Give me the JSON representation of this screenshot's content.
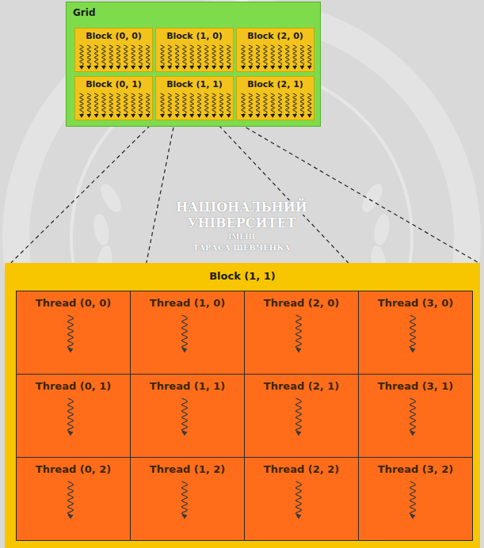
{
  "diagram": {
    "nodes": [
      {
        "text": [
          "Grid"
        ]
      },
      {
        "text": [
          "Block (0, 0)"
        ],
        "in": 0
      },
      {
        "text": [
          "Block (1, 0)"
        ],
        "in": 0
      },
      {
        "text": [
          "Block (2, 0)"
        ],
        "in": 0
      },
      {
        "text": [
          "Block (0, 1)"
        ],
        "in": 0
      },
      {
        "text": [
          "Block (1, 1)"
        ],
        "in": 0
      },
      {
        "text": [
          "Block (2, 1)"
        ],
        "in": 0
      },
      {
        "text": [
          "Block (1, 1)"
        ]
      },
      {
        "text": [
          "Thread (0, 0)"
        ],
        "in": 7
      },
      {
        "text": [
          "Thread (1, 0)"
        ],
        "in": 7
      },
      {
        "text": [
          "Thread (2, 0)"
        ],
        "in": 7
      },
      {
        "text": [
          "Thread (3, 0)"
        ],
        "in": 7
      },
      {
        "text": [
          "Thread (0, 1)"
        ],
        "in": 7
      },
      {
        "text": [
          "Thread (1, 1)"
        ],
        "in": 7
      },
      {
        "text": [
          "Thread (2, 1)"
        ],
        "in": 7
      },
      {
        "text": [
          "Thread (3, 1)"
        ],
        "in": 7
      },
      {
        "text": [
          "Thread (0, 2)"
        ],
        "in": 7
      },
      {
        "text": [
          "Thread (1, 2)"
        ],
        "in": 7
      },
      {
        "text": [
          "Thread (2, 2)"
        ],
        "in": 7
      },
      {
        "text": [
          "Thread (3, 2)"
        ],
        "in": 7
      }
    ],
    "edges": [
      {
        "from": 5,
        "to": 7,
        "arrow": "none"
      },
      {
        "from": 5,
        "to": 7,
        "arrow": "none"
      },
      {
        "from": 5,
        "to": 7,
        "arrow": "none"
      },
      {
        "from": 5,
        "to": 7,
        "arrow": "none"
      }
    ],
    "labels": [
      "НАЦІОНАЛЬНИЙ",
      "УНІВЕРСИТЕТ",
      "ІМЕНІ",
      "ТАРАСА ШЕВЧЕНКА"
    ]
  }
}
